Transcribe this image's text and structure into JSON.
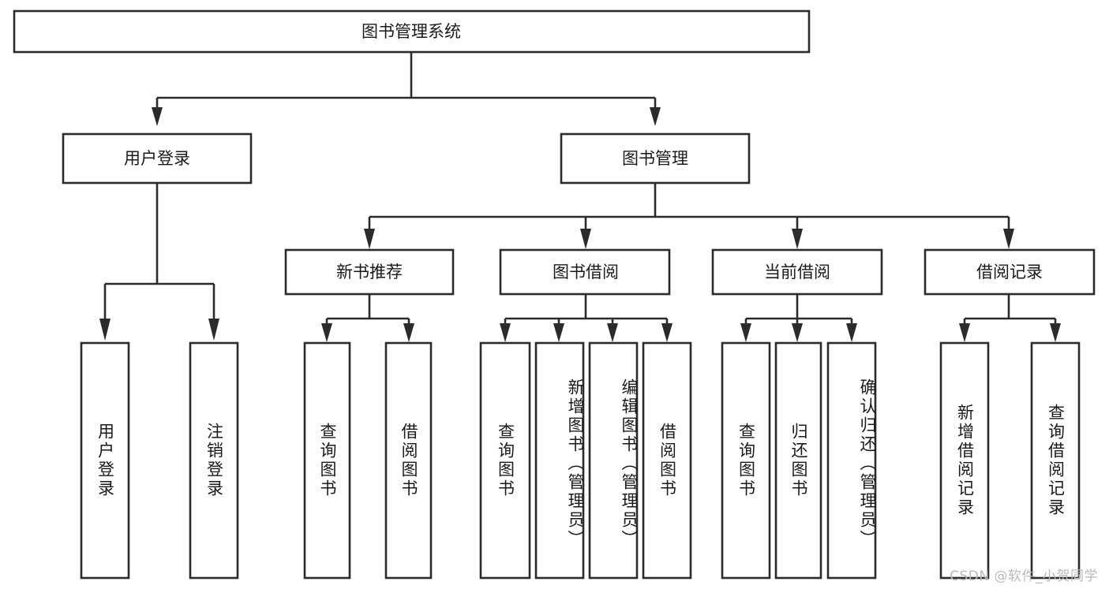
{
  "diagram": {
    "title": "图书管理系统",
    "type": "tree",
    "watermark": "CSDN @软件_小贺同学",
    "colors": {
      "box_stroke": "#2b2b2b",
      "box_fill": "#ffffff",
      "text": "#1a1a1a",
      "connector": "#2b2b2b",
      "watermark": "#b9b9b9",
      "background": "#ffffff"
    },
    "levels": {
      "root": {
        "label": "图书管理系统",
        "orientation": "horizontal"
      },
      "level2": [
        {
          "label": "用户登录",
          "orientation": "horizontal"
        },
        {
          "label": "图书管理",
          "orientation": "horizontal"
        }
      ],
      "level3": [
        {
          "label": "新书推荐",
          "orientation": "horizontal"
        },
        {
          "label": "图书借阅",
          "orientation": "horizontal"
        },
        {
          "label": "当前借阅",
          "orientation": "horizontal"
        },
        {
          "label": "借阅记录",
          "orientation": "horizontal"
        }
      ],
      "leaves": {
        "user_login": [
          {
            "label": "用户登录",
            "orientation": "vertical"
          },
          {
            "label": "注销登录",
            "orientation": "vertical"
          }
        ],
        "new_book_recommend": [
          {
            "label": "查询图书",
            "orientation": "vertical"
          },
          {
            "label": "借阅图书",
            "orientation": "vertical"
          }
        ],
        "book_borrow": [
          {
            "label": "查询图书",
            "orientation": "vertical"
          },
          {
            "label": "新增图书（管理员）",
            "orientation": "vertical"
          },
          {
            "label": "编辑图书（管理员）",
            "orientation": "vertical"
          },
          {
            "label": "借阅图书",
            "orientation": "vertical"
          }
        ],
        "current_borrow": [
          {
            "label": "查询图书",
            "orientation": "vertical"
          },
          {
            "label": "归还图书",
            "orientation": "vertical"
          },
          {
            "label": "确认归还（管理员）",
            "orientation": "vertical"
          }
        ],
        "borrow_record": [
          {
            "label": "新增借阅记录",
            "orientation": "vertical"
          },
          {
            "label": "查询借阅记录",
            "orientation": "vertical"
          }
        ]
      }
    }
  }
}
